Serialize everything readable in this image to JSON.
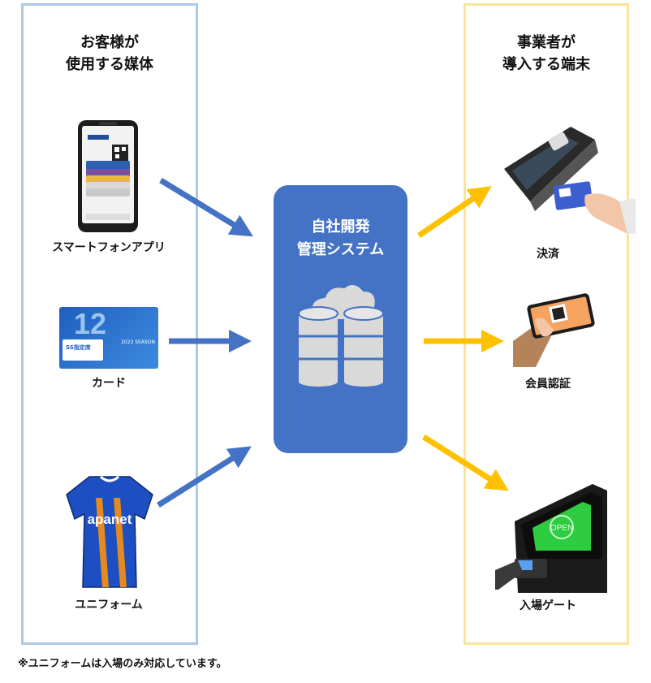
{
  "left": {
    "title": "お客様が\n使用する媒体",
    "items": [
      {
        "label": "スマートフォンアプリ",
        "icon": "smartphone-wallet-icon"
      },
      {
        "label": "カード",
        "icon": "membership-card-icon",
        "card_number": "12",
        "card_text": "SS指定席",
        "card_season": "2023 SEASON"
      },
      {
        "label": "ユニフォーム",
        "icon": "soccer-jersey-icon",
        "jersey_text": "apanet"
      }
    ]
  },
  "center": {
    "title": "自社開発\n管理システム",
    "icon": "cloud-database-icon"
  },
  "right": {
    "title": "事業者が\n導入する端末",
    "items": [
      {
        "label": "決済",
        "icon": "payment-terminal-icon"
      },
      {
        "label": "会員認証",
        "icon": "phone-qr-auth-icon"
      },
      {
        "label": "入場ゲート",
        "icon": "entry-gate-icon",
        "screen_text": "OPEN"
      }
    ]
  },
  "footnote": "※ユニフォームは入場のみ対応しています。",
  "colors": {
    "left_border": "#a9c9e6",
    "right_border": "#fbe49a",
    "center_fill": "#4472c4",
    "input_arrow": "#4472c4",
    "output_arrow": "#ffc000"
  }
}
